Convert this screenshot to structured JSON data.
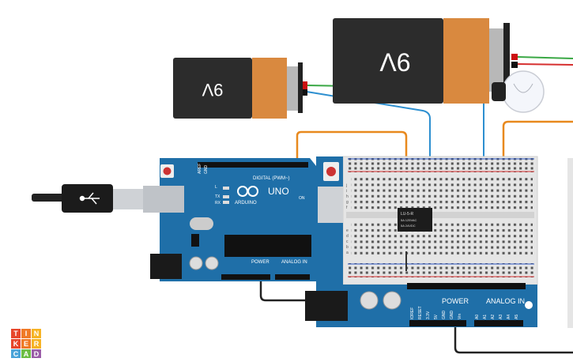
{
  "app": {
    "logo_letters": [
      "T",
      "I",
      "N",
      "K",
      "E",
      "R",
      "C",
      "A",
      "D"
    ],
    "logo_colors": [
      "#e7462b",
      "#f07a26",
      "#f6b324",
      "#e7462b",
      "#f07a26",
      "#f6b324",
      "#4aa4d9",
      "#6cbe45",
      "#9a5ca8"
    ]
  },
  "battery_large": {
    "label": "9V"
  },
  "battery_small": {
    "label": "9V"
  },
  "arduino_top": {
    "brand": "ARDUINO",
    "model": "UNO",
    "digital_label": "DIGITAL (PWM~)",
    "power_label": "POWER",
    "analog_label": "ANALOG IN",
    "aref": "AREF",
    "gnd": "GND",
    "on_label": "ON",
    "l_label": "L",
    "tx_label": "TX",
    "rx_label": "RX"
  },
  "arduino_bottom": {
    "power_label": "POWER",
    "analog_label": "ANALOG IN",
    "power_pins": [
      "IOREF",
      "RESET",
      "3.3V",
      "5V",
      "GND",
      "GND",
      "Vin"
    ],
    "analog_pins": [
      "A0",
      "A1",
      "A2",
      "A3",
      "A4",
      "A5"
    ]
  },
  "relay": {
    "line1": "LU-5-R",
    "line2": "5A 125VAC",
    "line3": "5A 24VDC"
  },
  "breadboard": {
    "rows": [
      "a",
      "b",
      "c",
      "d",
      "e",
      "f",
      "g",
      "h",
      "i",
      "j"
    ]
  },
  "colors": {
    "board": "#1f6fa8",
    "board_dark": "#17598a",
    "wire_orange": "#e8891e",
    "wire_blue": "#2d8fd0",
    "wire_green": "#3aa845",
    "wire_red": "#d62f2f",
    "wire_black": "#222222",
    "battery_body": "#2c2c2c",
    "battery_cap": "#d9893f"
  }
}
